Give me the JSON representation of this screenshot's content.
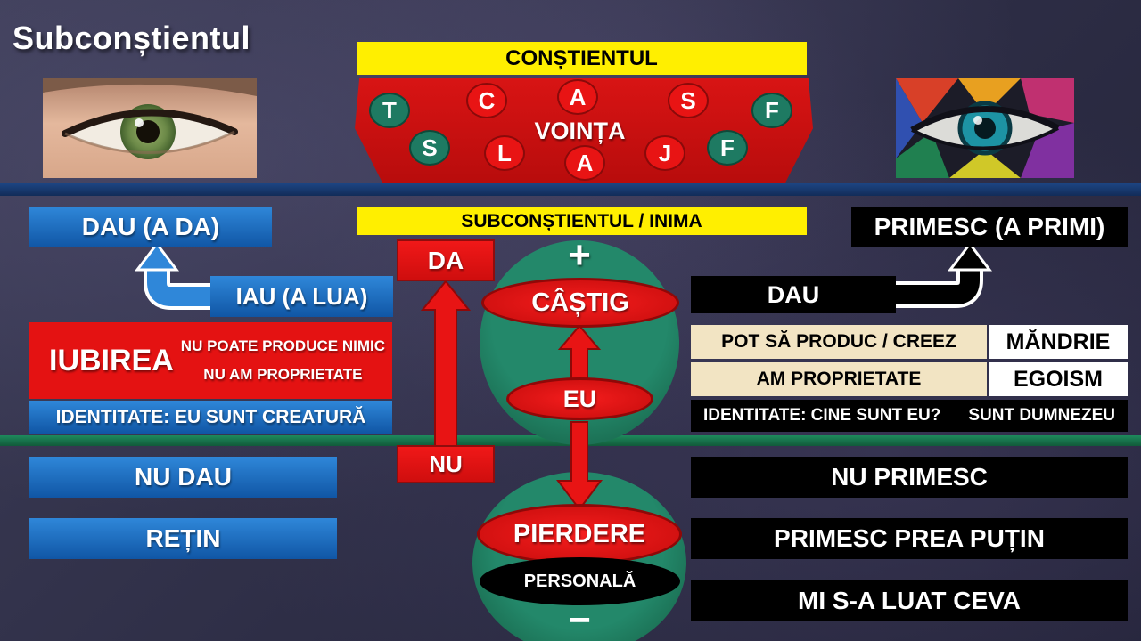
{
  "title": "Subconștientul",
  "conscious": {
    "banner": "CONȘTIENTUL",
    "vointa": "VOINȚA",
    "letters_top": [
      {
        "char": "T"
      },
      {
        "char": "C"
      },
      {
        "char": "A"
      },
      {
        "char": "S"
      },
      {
        "char": "F"
      }
    ],
    "letters_bottom": [
      {
        "char": "S"
      },
      {
        "char": "L"
      },
      {
        "char": "A"
      },
      {
        "char": "J"
      },
      {
        "char": "F"
      }
    ]
  },
  "subconscious_banner": "SUBCONȘTIENTUL / INIMA",
  "left": {
    "dau": "DAU (A DA)",
    "iau": "IAU (A LUA)",
    "iubirea": "IUBIREA",
    "nu_poate_produce": "NU POATE PRODUCE NIMIC",
    "nu_am_proprietate": "NU AM PROPRIETATE",
    "identitate": "IDENTITATE: EU SUNT CREATURĂ",
    "nu_dau": "NU DAU",
    "retin": "REȚIN"
  },
  "center": {
    "da": "DA",
    "nu": "NU",
    "plus": "+",
    "minus": "−",
    "castig": "CÂȘTIG",
    "eu": "EU",
    "pierdere": "PIERDERE",
    "personala": "PERSONALĂ"
  },
  "right": {
    "primesc": "PRIMESC (A PRIMI)",
    "dau": "DAU",
    "pot_sa_produc": "POT SĂ PRODUC / CREEZ",
    "mandrie": "MĂNDRIE",
    "am_proprietate": "AM PROPRIETATE",
    "egoism": "EGOISM",
    "identitate_q": "IDENTITATE: CINE SUNT EU?",
    "sunt_dumnezeu": "SUNT DUMNEZEU",
    "nu_primesc": "NU PRIMESC",
    "primesc_prea_putin": "PRIMESC PREA PUȚIN",
    "mi_sa_luat": "MI S-A LUAT CEVA"
  },
  "colors": {
    "blue": "#1b6ec8",
    "red": "#e41212",
    "yellow": "#ffef00",
    "teal_green": "#1e7a62",
    "navy_line": "#16386e",
    "green_line": "#17774e",
    "cream": "#f2e4c3",
    "black": "#000000"
  }
}
